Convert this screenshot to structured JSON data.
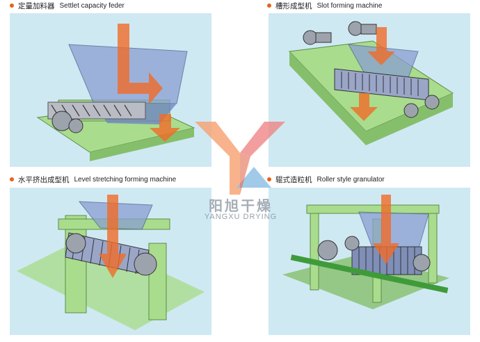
{
  "colors": {
    "panel_bg": "#cfe9f3",
    "frame_green": "#a9dc8c",
    "hopper_blue": "#8a9fd2",
    "arrow_orange": "#f06b28",
    "caption_dot": "#e8631c"
  },
  "panels": [
    {
      "cn": "定量加料器",
      "en": "Settlet capacity feder"
    },
    {
      "cn": "槽形成型机",
      "en": "Slot forming machine"
    },
    {
      "cn": "水平挤出成型机",
      "en": "Level stretching forming machine"
    },
    {
      "cn": "辊式造粒机",
      "en": "Roller style granulator"
    }
  ],
  "watermark": {
    "cn": "阳旭干燥",
    "en": "YANGXU DRYING"
  }
}
